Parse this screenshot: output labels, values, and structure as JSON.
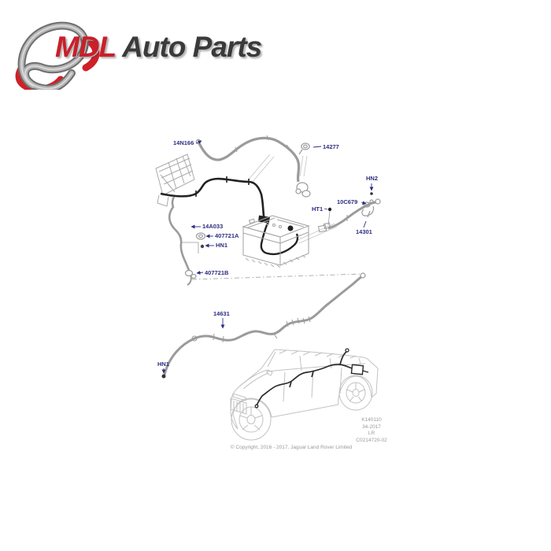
{
  "brand": {
    "name_primary": "MDL",
    "name_secondary": "Auto Parts"
  },
  "diagram": {
    "callouts": [
      {
        "text": "14N166"
      },
      {
        "text": "14277"
      },
      {
        "text": "HN2"
      },
      {
        "text": "10C679"
      },
      {
        "text": "HT1"
      },
      {
        "text": "14301"
      },
      {
        "text": "14A033"
      },
      {
        "text": "407721A"
      },
      {
        "text": "HN1"
      },
      {
        "text": "407721B"
      },
      {
        "text": "14631"
      },
      {
        "text": "HN1"
      }
    ],
    "plate": {
      "line1": "K140110",
      "line2": "34-2017",
      "line3": "LR",
      "line4": "C0214720-02"
    },
    "copyright": "© Copyright, 2016 - 2017. Jaguar Land Rover Limited"
  },
  "colors": {
    "accent_red": "#c8202a",
    "brand_dark": "#3a3a3a",
    "callout_navy": "#2c2d80",
    "diagram_gray": "#9b9b9b",
    "cable_black": "#222222",
    "muted_text": "#9a9a9a"
  }
}
